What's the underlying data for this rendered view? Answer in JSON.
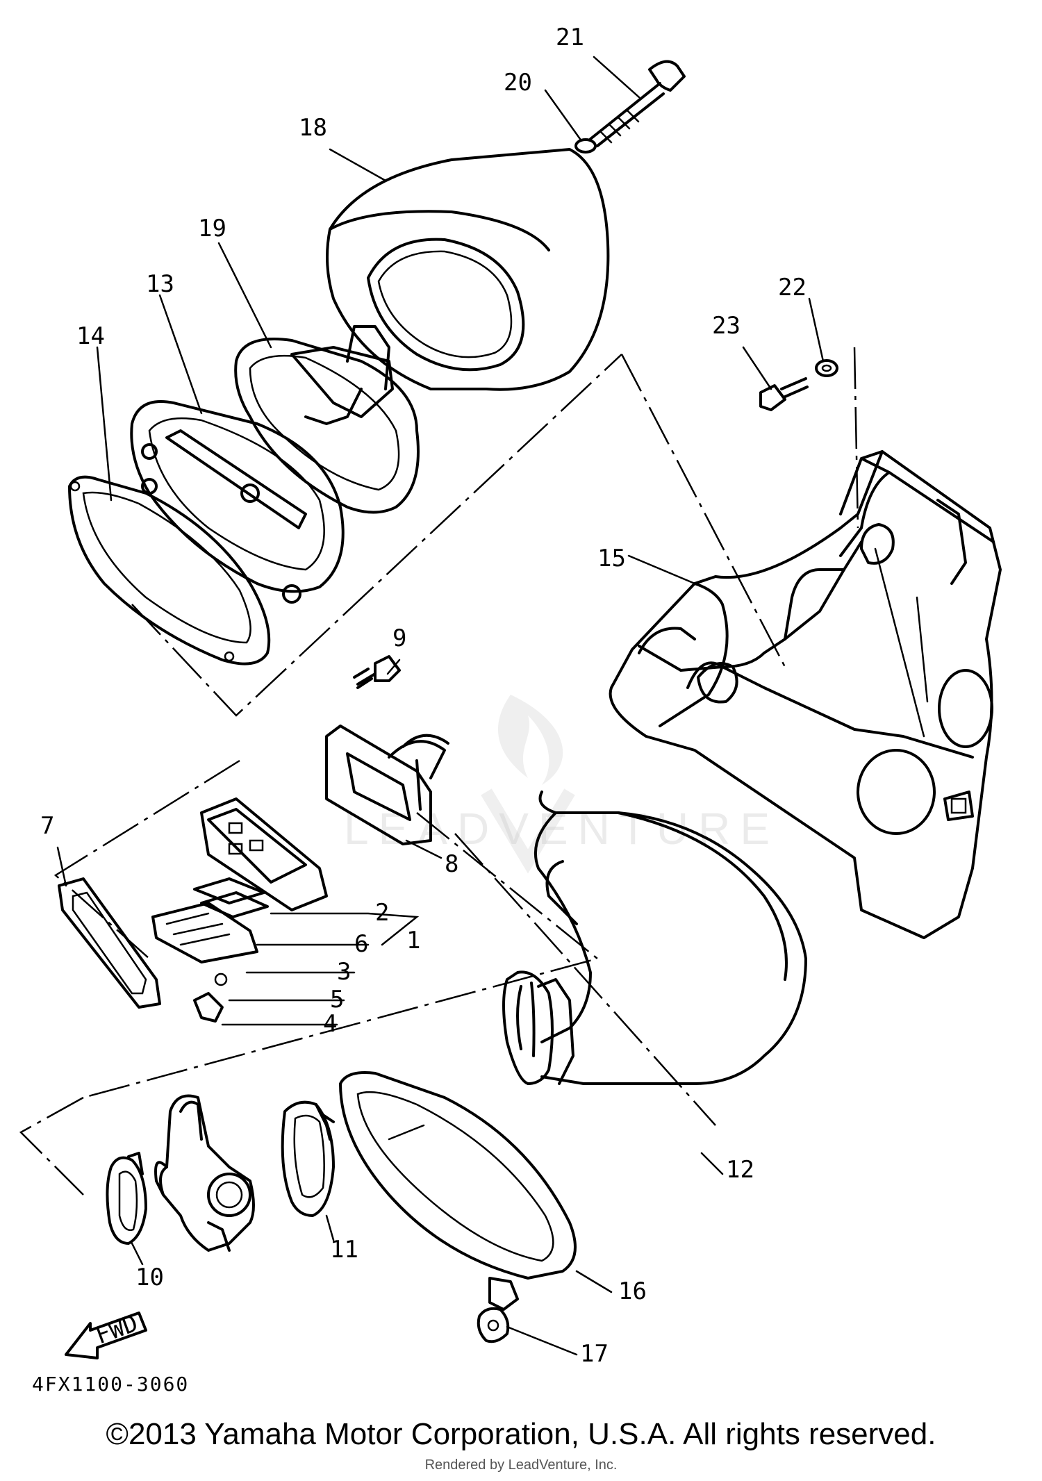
{
  "callouts": [
    "1",
    "2",
    "3",
    "4",
    "5",
    "6",
    "7",
    "8",
    "9",
    "10",
    "11",
    "12",
    "13",
    "14",
    "15",
    "16",
    "17",
    "18",
    "19",
    "20",
    "21",
    "22",
    "23"
  ],
  "fwd_label": "FWD",
  "diagram_code": "4FX1100-3060",
  "watermark": "LEADVENTURE",
  "copyright": "©2013 Yamaha Motor Corporation, U.S.A. All rights reserved.",
  "renderer": "Rendered by LeadVenture, Inc."
}
